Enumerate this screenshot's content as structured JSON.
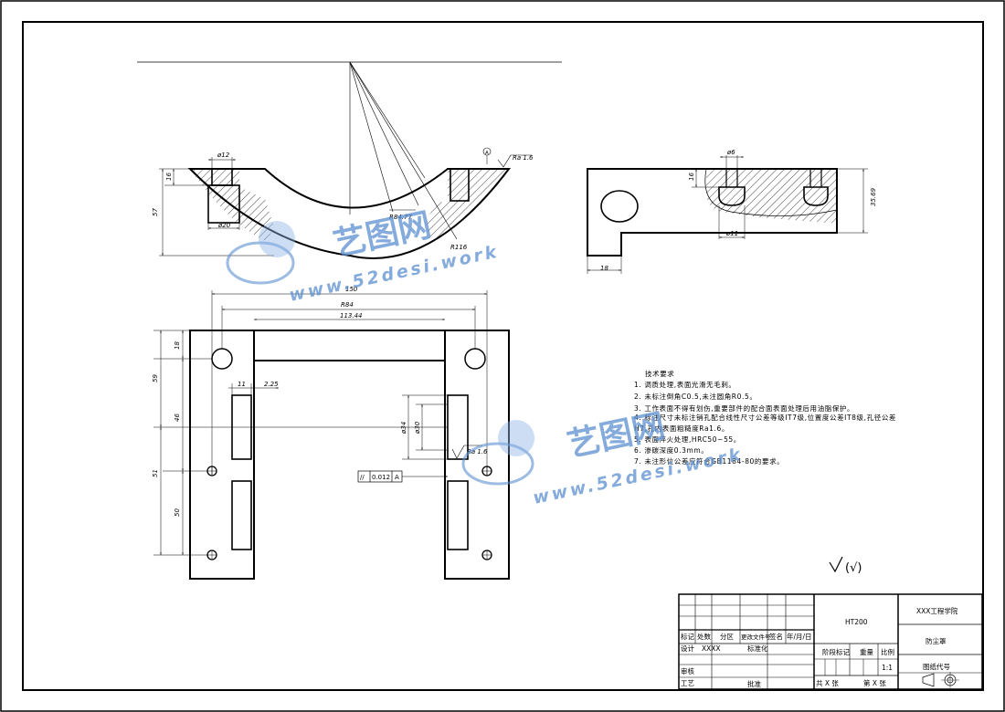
{
  "drawing": {
    "dims": {
      "d12": "ø12",
      "d20": "ø20",
      "h16_left": "16",
      "h57": "57",
      "r84": "R84",
      "r116": "R116",
      "c88": "R84.77",
      "ra_top": "Ra 1.6",
      "datum_a_top": "A",
      "d6": "ø6",
      "d11": "ø11",
      "h16_right": "16",
      "h35": "35.69",
      "w18": "18",
      "w150": "150",
      "w113": "113.44",
      "v18": "18",
      "v59": "59",
      "v46": "46",
      "v51": "51",
      "v50": "50",
      "w11": "11",
      "w2": "2.25",
      "d34": "ø34",
      "d30": "ø30",
      "ra_mid": "Ra 1.6",
      "tol_sym": "//",
      "tol_val": "0.012",
      "tol_datum": "A"
    },
    "notes": {
      "title": "技术要求",
      "lines": [
        "1. 调质处理,表面光滑无毛刺。",
        "2. 未标注倒角C0.5,未注圆角R0.5。",
        "3. 工作表面不得有划伤,重要部件的配合面表面处理后用油脂保护。",
        "4. 标注尺寸未标注销孔配合线性尺寸公差等级IT7级,位置度公差IT8级,孔径公差",
        "H7,孔内表面粗糙度Ra1.6。",
        "5. 表面淬火处理,HRC50~55。",
        "6. 渗碳深度0.3mm。",
        "7. 未注形位公差应符合GB1184-80的要求。"
      ]
    },
    "roughness_mark": "(√)",
    "watermarks": [
      {
        "cn": "艺图网",
        "url": "www.52desi.work"
      },
      {
        "cn": "艺图网",
        "url": "www.52desi.work"
      }
    ]
  },
  "title_block": {
    "row_labels": [
      "标记",
      "处数",
      "分区",
      "更改文件号",
      "签名",
      "年/月/日"
    ],
    "design": "设计",
    "designer": "XXXX",
    "standardize": "标准化",
    "stage_mark": "阶段标记",
    "weight": "重量",
    "scale": "比例",
    "scale_value": "1:1",
    "review": "审核",
    "process": "工艺",
    "approve": "批准",
    "sheets": "共  X  张",
    "sheet_no": "第  X  张",
    "material": "HT200",
    "school": "XXX工程学院",
    "part_name": "防尘罩",
    "drawing_no": "图纸代号"
  }
}
